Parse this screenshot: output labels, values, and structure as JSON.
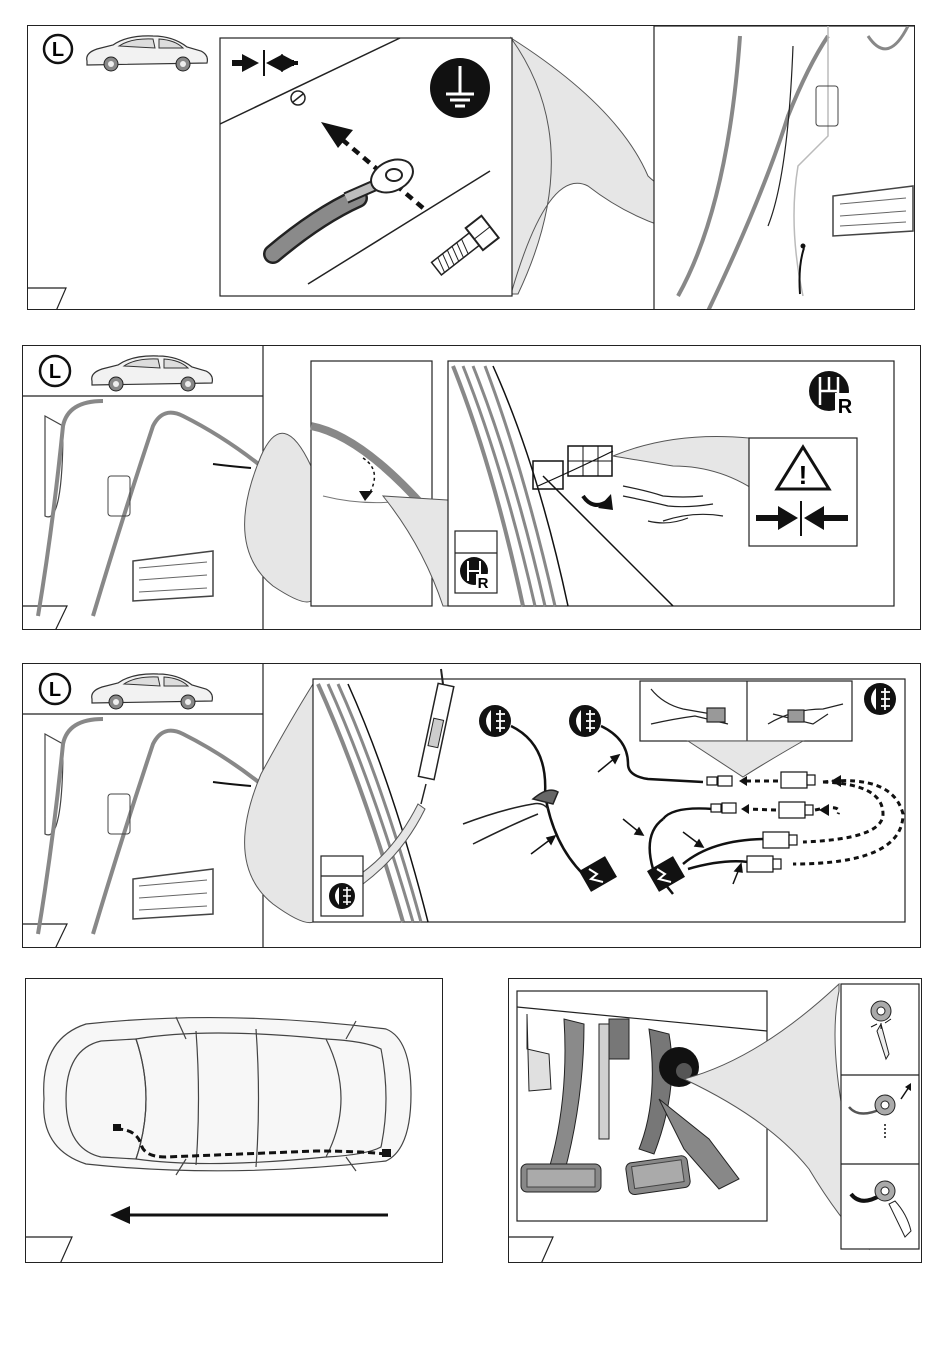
{
  "steps": [
    {
      "side_letter": "L",
      "id": "ground-step"
    },
    {
      "side_letter": "L",
      "id": "reverse-step"
    },
    {
      "side_letter": "L",
      "id": "fog-step"
    }
  ],
  "icons": {
    "reverse_letter": "R",
    "warning_mark": "!"
  },
  "colors": {
    "line": "#222222",
    "pale": "#e6e6e6",
    "cable": "#777777",
    "black": "#111111"
  }
}
